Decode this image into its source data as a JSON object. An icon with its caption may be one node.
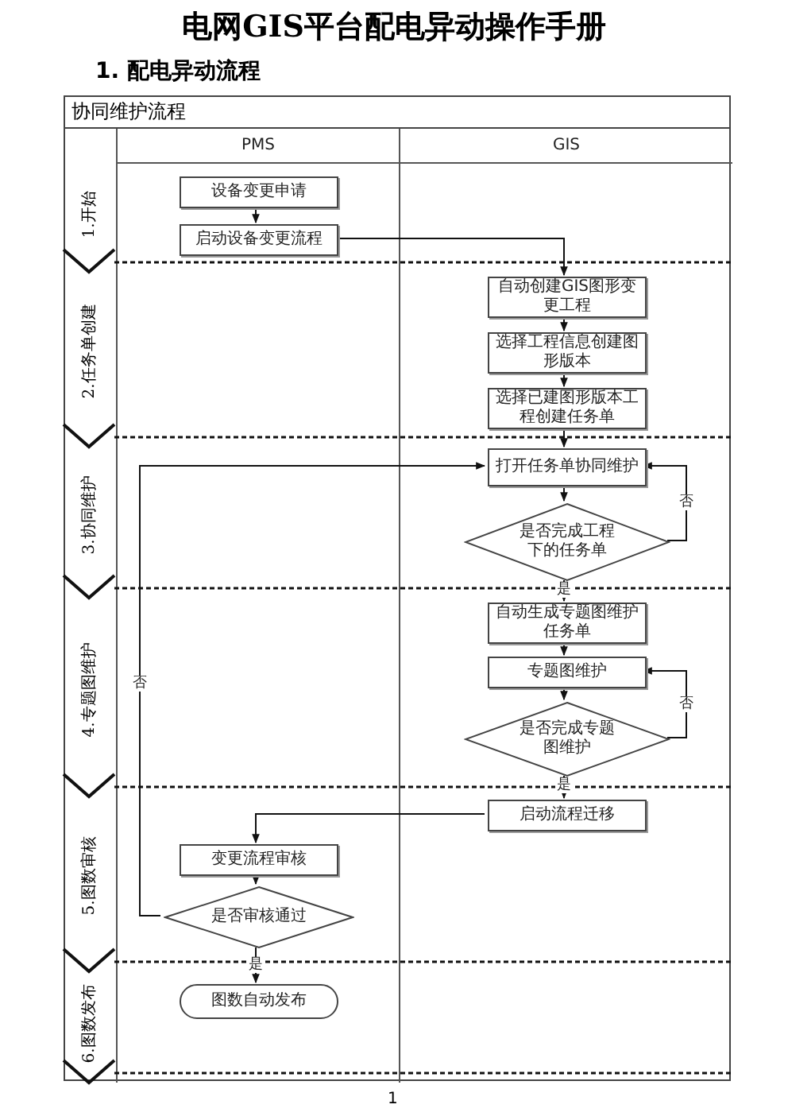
{
  "diagram": {
    "title": "电网GIS平台配电异动操作手册",
    "nodes": [
      {
        "text": [
          "协同维护流程"
        ]
      },
      {
        "text": [
          "PMS"
        ],
        "in": 0
      },
      {
        "text": [
          "GIS"
        ],
        "in": 0
      },
      {
        "text": [
          "1.开始"
        ],
        "in": 0
      },
      {
        "text": [
          "2.任务单创建"
        ],
        "in": 0
      },
      {
        "text": [
          "3.协同维护"
        ],
        "in": 0
      },
      {
        "text": [
          "4.专题图维护"
        ],
        "in": 0
      },
      {
        "text": [
          "5.图数审核"
        ],
        "in": 0
      },
      {
        "text": [
          "6.图数发布"
        ],
        "in": 0
      },
      {
        "text": [
          "设备变更申请"
        ],
        "in": 1
      },
      {
        "text": [
          "启动设备变更流程"
        ],
        "in": 1
      },
      {
        "text": [
          "自动创建GIS图形变更工程"
        ],
        "in": 2
      },
      {
        "text": [
          "选择工程信息创建图形版本"
        ],
        "in": 2
      },
      {
        "text": [
          "选择已建图形版本工程创建任务单"
        ],
        "in": 2
      },
      {
        "text": [
          "打开任务单协同维护"
        ],
        "in": 2
      },
      {
        "text": [
          "是否完成工程下的任务单"
        ],
        "in": 2
      },
      {
        "text": [
          "自动生成专题图维护任务单"
        ],
        "in": 2
      },
      {
        "text": [
          "专题图维护"
        ],
        "in": 2
      },
      {
        "text": [
          "是否完成专题图维护"
        ],
        "in": 2
      },
      {
        "text": [
          "启动流程迁移"
        ],
        "in": 2
      },
      {
        "text": [
          "变更流程审核"
        ],
        "in": 1
      },
      {
        "text": [
          "是否审核通过"
        ],
        "in": 1
      },
      {
        "text": [
          "图数自动发布"
        ],
        "in": 1
      }
    ],
    "edges": [
      {
        "from": 9,
        "to": 10,
        "arrow": "to"
      },
      {
        "from": 10,
        "to": 11,
        "arrow": "to"
      },
      {
        "from": 11,
        "to": 12,
        "arrow": "to"
      },
      {
        "from": 12,
        "to": 13,
        "arrow": "to"
      },
      {
        "from": 13,
        "to": 14,
        "arrow": "to"
      },
      {
        "from": 14,
        "to": 15,
        "arrow": "to"
      },
      {
        "from": 15,
        "to": 14,
        "arrow": "to",
        "label": "否"
      },
      {
        "from": 15,
        "to": 16,
        "arrow": "to",
        "label": "是"
      },
      {
        "from": 16,
        "to": 17,
        "arrow": "to"
      },
      {
        "from": 17,
        "to": 18,
        "arrow": "to"
      },
      {
        "from": 18,
        "to": 17,
        "arrow": "to",
        "label": "否"
      },
      {
        "from": 18,
        "to": 19,
        "arrow": "to",
        "label": "是"
      },
      {
        "from": 19,
        "to": 20,
        "arrow": "to"
      },
      {
        "from": 20,
        "to": 21,
        "arrow": "to"
      },
      {
        "from": 21,
        "to": 14,
        "arrow": "to",
        "label": "否"
      },
      {
        "from": 21,
        "to": 22,
        "arrow": "to",
        "label": "是"
      }
    ],
    "labels": [
      "1. 配电异动流程",
      "1"
    ]
  }
}
